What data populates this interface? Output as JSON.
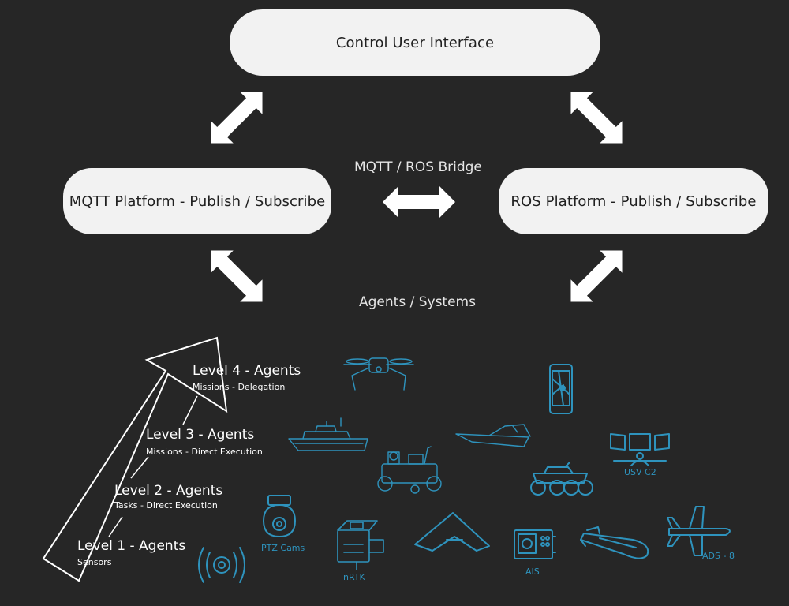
{
  "nodes": {
    "control_ui": "Control User Interface",
    "mqtt": "MQTT Platform - Publish / Subscribe",
    "ros": "ROS Platform - Publish / Subscribe"
  },
  "labels": {
    "bridge": "MQTT / ROS Bridge",
    "agents_systems": "Agents / Systems"
  },
  "levels": [
    {
      "title": "Level 4 - Agents",
      "subtitle": "Missions - Delegation"
    },
    {
      "title": "Level 3 - Agents",
      "subtitle": "Missions - Direct Execution"
    },
    {
      "title": "Level 2 - Agents",
      "subtitle": "Tasks - Direct Execution"
    },
    {
      "title": "Level 1 - Agents",
      "subtitle": "Sensors"
    }
  ],
  "icon_labels": {
    "ptz": "PTZ Cams",
    "nrtk": "nRTK",
    "ais": "AIS",
    "ads": "ADS - 8",
    "usv_c2": "USV C2"
  },
  "colors": {
    "background": "#262626",
    "node_fill": "#f2f2f2",
    "accent_icons": "#2e93bd",
    "arrows": "#ffffff"
  },
  "icons": [
    "drone-icon",
    "phone-map-icon",
    "ship-icon",
    "speedboat-icon",
    "ground-robot-icon",
    "control-station-icon",
    "rover-icon",
    "ptz-camera-icon",
    "nrtk-device-icon",
    "flying-wing-icon",
    "ais-device-icon",
    "torpedo-auv-icon",
    "airplane-icon",
    "radio-signal-icon",
    "level-arrow-icon"
  ]
}
